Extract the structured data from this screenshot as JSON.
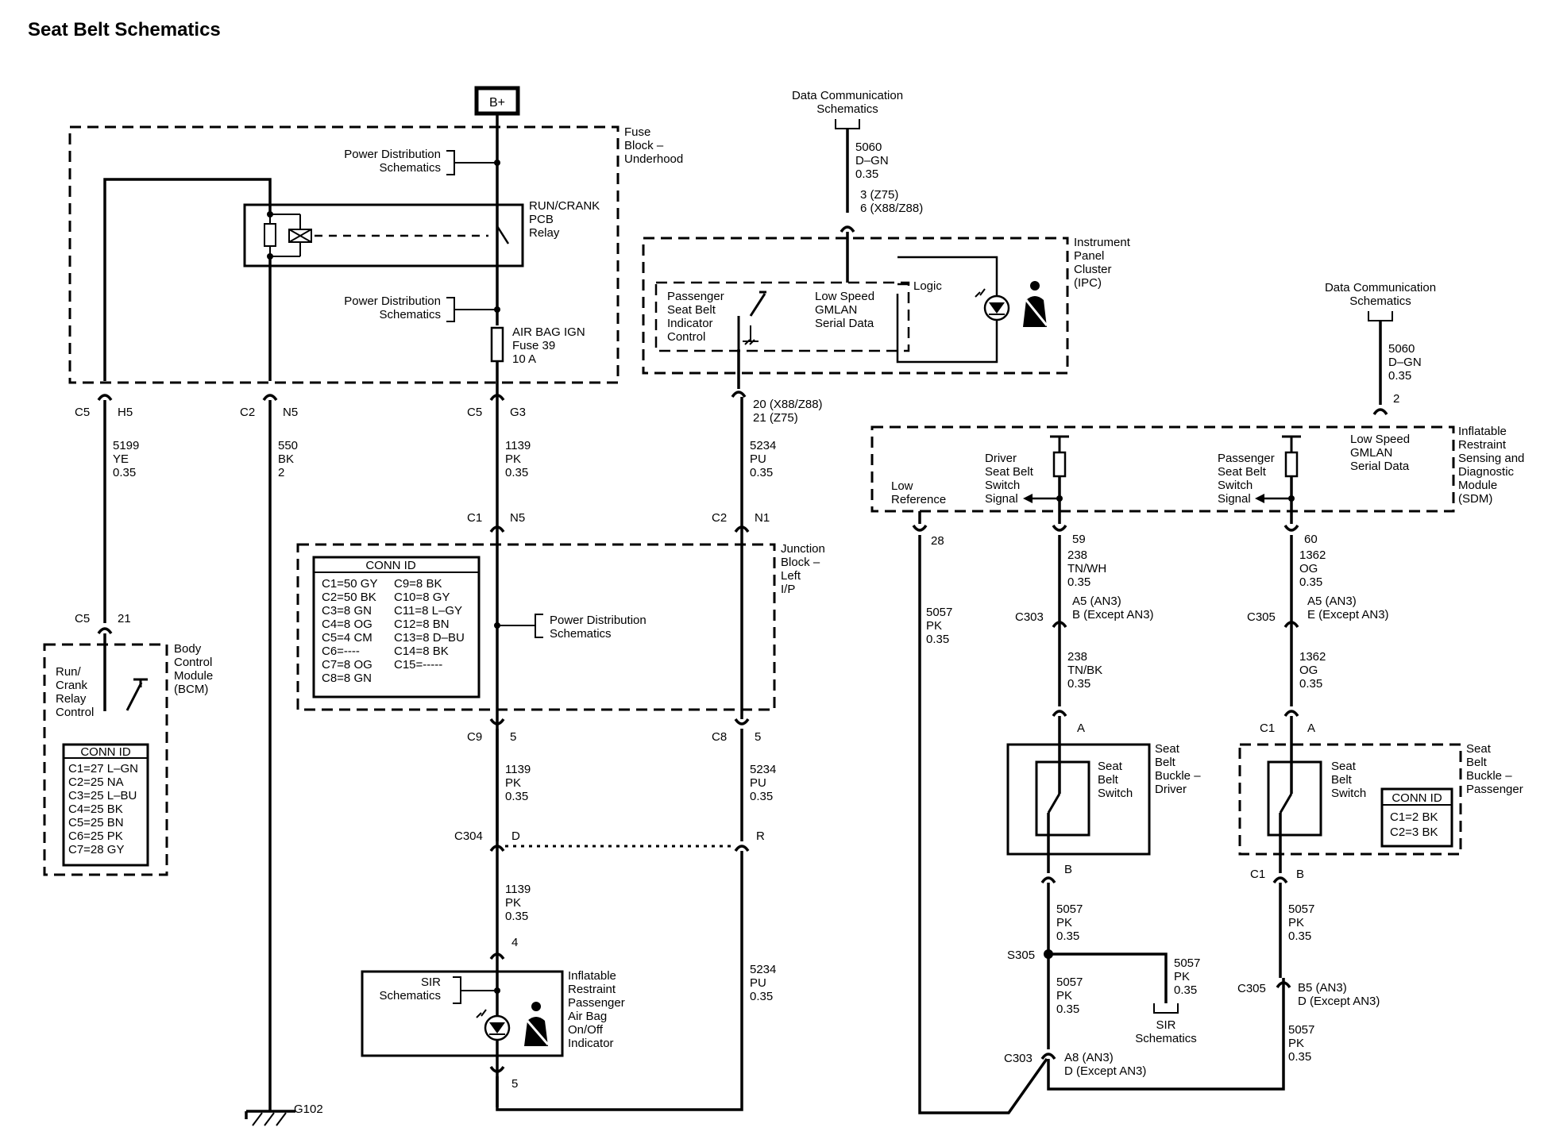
{
  "title": "Seat Belt Schematics",
  "bplus": "B+",
  "fuse_block": [
    "Fuse",
    "Block –",
    "Underhood"
  ],
  "power_dist_1": [
    "Power Distribution",
    "Schematics"
  ],
  "power_dist_2": [
    "Power Distribution",
    "Schematics"
  ],
  "power_dist_3": [
    "Power Distribution",
    "Schematics"
  ],
  "relay": [
    "RUN/CRANK",
    "PCB",
    "Relay"
  ],
  "fuse": [
    "AIR BAG IGN",
    "Fuse 39",
    "10 A"
  ],
  "connectors": {
    "c5_h5": [
      "C5",
      "H5"
    ],
    "c2_n5": [
      "C2",
      "N5"
    ],
    "c5_g3": [
      "C5",
      "G3"
    ],
    "c1_n5": [
      "C1",
      "N5"
    ],
    "c2_n1": [
      "C2",
      "N1"
    ],
    "c5_21": [
      "C5",
      "21"
    ],
    "c9_5": [
      "C9",
      "5"
    ],
    "c8_5": [
      "C8",
      "5"
    ],
    "c304_d": [
      "C304",
      "D"
    ],
    "c304_r": "R",
    "pin4": "4",
    "pin5": "5",
    "ipc_pins": [
      "20 (X88/Z88)",
      "21 (Z75)"
    ],
    "ipc_top_pins": [
      "3 (Z75)",
      "6 (X88/Z88)"
    ],
    "sdm_2": "2",
    "sdm_28": "28",
    "sdm_59": "59",
    "sdm_60": "60",
    "c303_a": [
      "A5 (AN3)",
      "B (Except AN3)"
    ],
    "c303": "C303",
    "c305_a": [
      "A5 (AN3)",
      "E (Except AN3)"
    ],
    "c305": "C305",
    "drv_a": "A",
    "drv_b": "B",
    "pas_c1a": [
      "C1",
      "A"
    ],
    "pas_c1b": [
      "C1",
      "B"
    ],
    "s305": "S305",
    "c303_b": [
      "A8 (AN3)",
      "D (Except AN3)"
    ],
    "c303_b_id": "C303",
    "c305_b": [
      "B5 (AN3)",
      "D (Except AN3)"
    ],
    "c305_b_id": "C305"
  },
  "wires": {
    "w5199": [
      "5199",
      "YE",
      "0.35"
    ],
    "w550": [
      "550",
      "BK",
      "2"
    ],
    "w1139a": [
      "1139",
      "PK",
      "0.35"
    ],
    "w5234a": [
      "5234",
      "PU",
      "0.35"
    ],
    "w1139b": [
      "1139",
      "PK",
      "0.35"
    ],
    "w5234b": [
      "5234",
      "PU",
      "0.35"
    ],
    "w1139c": [
      "1139",
      "PK",
      "0.35"
    ],
    "w5234c": [
      "5234",
      "PU",
      "0.35"
    ],
    "w5060a": [
      "5060",
      "D–GN",
      "0.35"
    ],
    "w5060b": [
      "5060",
      "D–GN",
      "0.35"
    ],
    "w5057a": [
      "5057",
      "PK",
      "0.35"
    ],
    "w238a": [
      "238",
      "TN/WH",
      "0.35"
    ],
    "w238b": [
      "238",
      "TN/BK",
      "0.35"
    ],
    "w1362a": [
      "1362",
      "OG",
      "0.35"
    ],
    "w1362b": [
      "1362",
      "OG",
      "0.35"
    ],
    "w5057b": [
      "5057",
      "PK",
      "0.35"
    ],
    "w5057c": [
      "5057",
      "PK",
      "0.35"
    ],
    "w5057d": [
      "5057",
      "PK",
      "0.35"
    ],
    "w5057e": [
      "5057",
      "PK",
      "0.35"
    ],
    "w5057f": [
      "5057",
      "PK",
      "0.35"
    ]
  },
  "data_comm_1": [
    "Data Communication",
    "Schematics"
  ],
  "data_comm_2": [
    "Data Communication",
    "Schematics"
  ],
  "ipc": [
    "Instrument",
    "Panel",
    "Cluster",
    "(IPC)"
  ],
  "ipc_passenger": [
    "Passenger",
    "Seat Belt",
    "Indicator",
    "Control"
  ],
  "ipc_gmlan": [
    "Low Speed",
    "GMLAN",
    "Serial Data"
  ],
  "ipc_logic": "Logic",
  "sdm": [
    "Inflatable",
    "Restraint",
    "Sensing and",
    "Diagnostic",
    "Module",
    "(SDM)"
  ],
  "sdm_gmlan": [
    "Low Speed",
    "GMLAN",
    "Serial Data"
  ],
  "sdm_low_ref": [
    "Low",
    "Reference"
  ],
  "sdm_driver_sw": [
    "Driver",
    "Seat Belt",
    "Switch",
    "Signal"
  ],
  "sdm_pass_sw": [
    "Passenger",
    "Seat Belt",
    "Switch",
    "Signal"
  ],
  "junction_block": [
    "Junction",
    "Block –",
    "Left",
    "I/P"
  ],
  "conn_id_jb": {
    "header": "CONN ID",
    "left": [
      "C1=50 GY",
      "C2=50 BK",
      "C3=8 GN",
      "C4=8 OG",
      "C5=4 CM",
      "C6=----",
      "C7=8 OG",
      "C8=8 GN"
    ],
    "right": [
      "C9=8 BK",
      "C10=8 GY",
      "C11=8 L–GY",
      "C12=8 BN",
      "C13=8 D–BU",
      "C14=8 BK",
      "C15=-----"
    ]
  },
  "bcm": [
    "Body",
    "Control",
    "Module",
    "(BCM)"
  ],
  "bcm_relay": [
    "Run/",
    "Crank",
    "Relay",
    "Control"
  ],
  "conn_id_bcm": {
    "header": "CONN ID",
    "rows": [
      "C1=27 L–GN",
      "C2=25 NA",
      "C3=25 L–BU",
      "C4=25 BK",
      "C5=25 BN",
      "C6=25 PK",
      "C7=28 GY"
    ]
  },
  "sir_1": [
    "SIR",
    "Schematics"
  ],
  "airbag_indicator": [
    "Inflatable",
    "Restraint",
    "Passenger",
    "Air Bag",
    "On/Off",
    "Indicator"
  ],
  "ground": "G102",
  "buckle_driver": [
    "Seat",
    "Belt",
    "Buckle –",
    "Driver"
  ],
  "buckle_passenger": [
    "Seat",
    "Belt",
    "Buckle –",
    "Passenger"
  ],
  "seat_belt_switch_1": [
    "Seat",
    "Belt",
    "Switch"
  ],
  "seat_belt_switch_2": [
    "Seat",
    "Belt",
    "Switch"
  ],
  "conn_id_pass": {
    "header": "CONN ID",
    "rows": [
      "C1=2 BK",
      "C2=3 BK"
    ]
  },
  "sir_2": [
    "SIR",
    "Schematics"
  ]
}
